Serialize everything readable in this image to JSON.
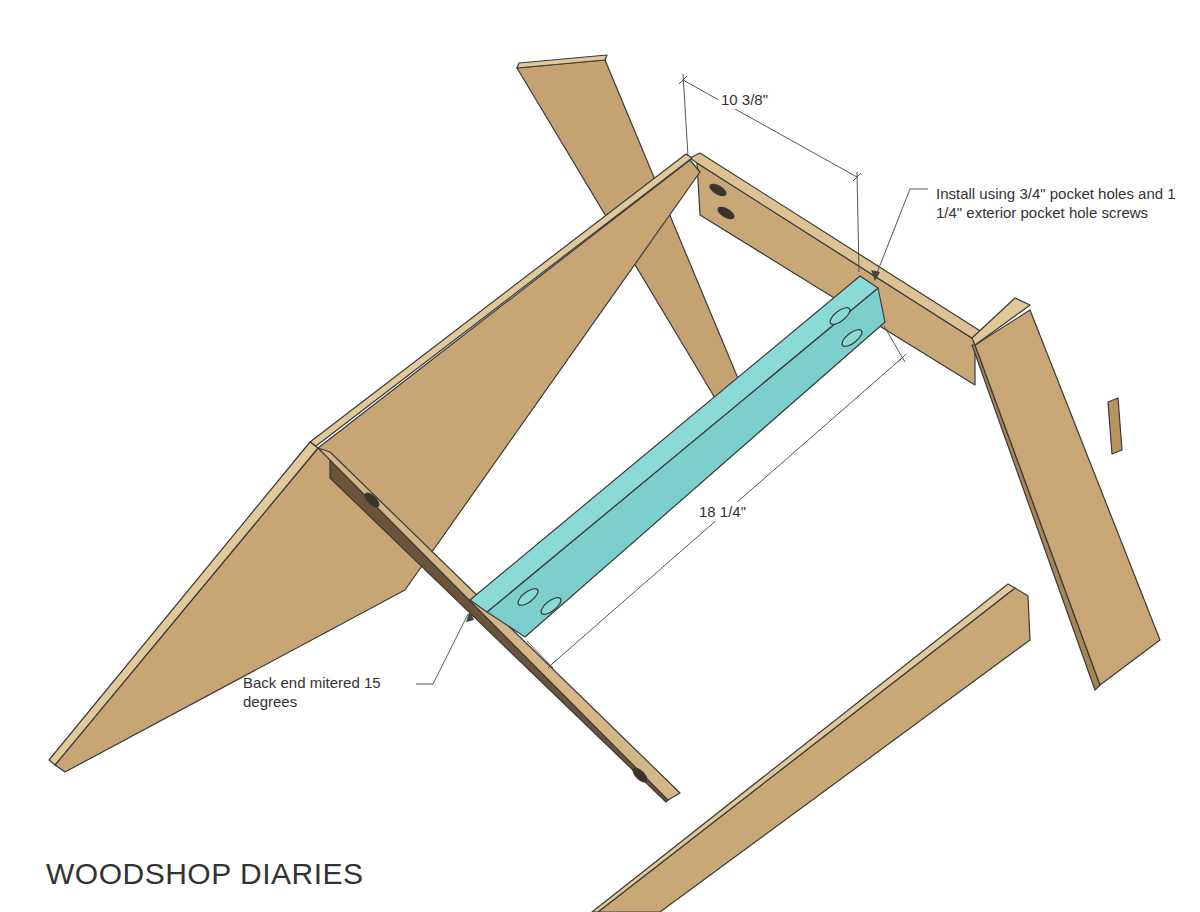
{
  "diagram": {
    "labels": [
      "10 3/8\"",
      "Install using 3/4\" pocket holes and 1 1/4\" exterior pocket hole screws",
      "18 1/4\"",
      "Back end mitered 15 degrees",
      "WOODSHOP DIARIES"
    ]
  }
}
